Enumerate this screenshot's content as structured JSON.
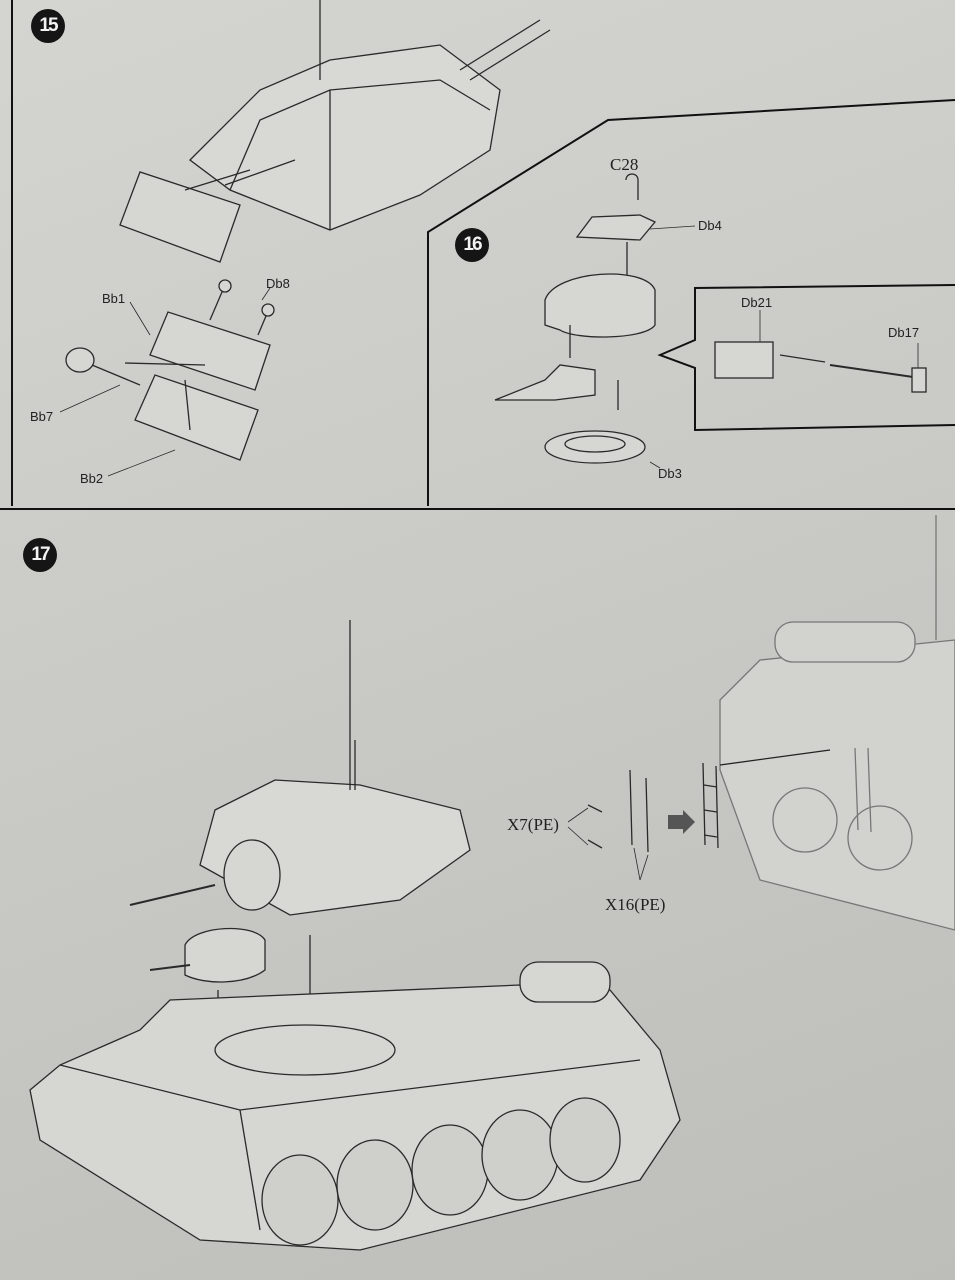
{
  "steps": {
    "step15": {
      "number": "15",
      "parts": {
        "bb1": "Bb1",
        "db8": "Db8",
        "bb7": "Bb7",
        "bb2": "Bb2"
      }
    },
    "step16": {
      "number": "16",
      "parts": {
        "c28": "C28",
        "db4": "Db4",
        "db21": "Db21",
        "db17": "Db17",
        "db3": "Db3"
      }
    },
    "step17": {
      "number": "17",
      "parts": {
        "x7": "X7(PE)",
        "x16": "X16(PE)"
      }
    }
  },
  "colors": {
    "paper": "#cacac6",
    "ink": "#1c1c1c"
  }
}
